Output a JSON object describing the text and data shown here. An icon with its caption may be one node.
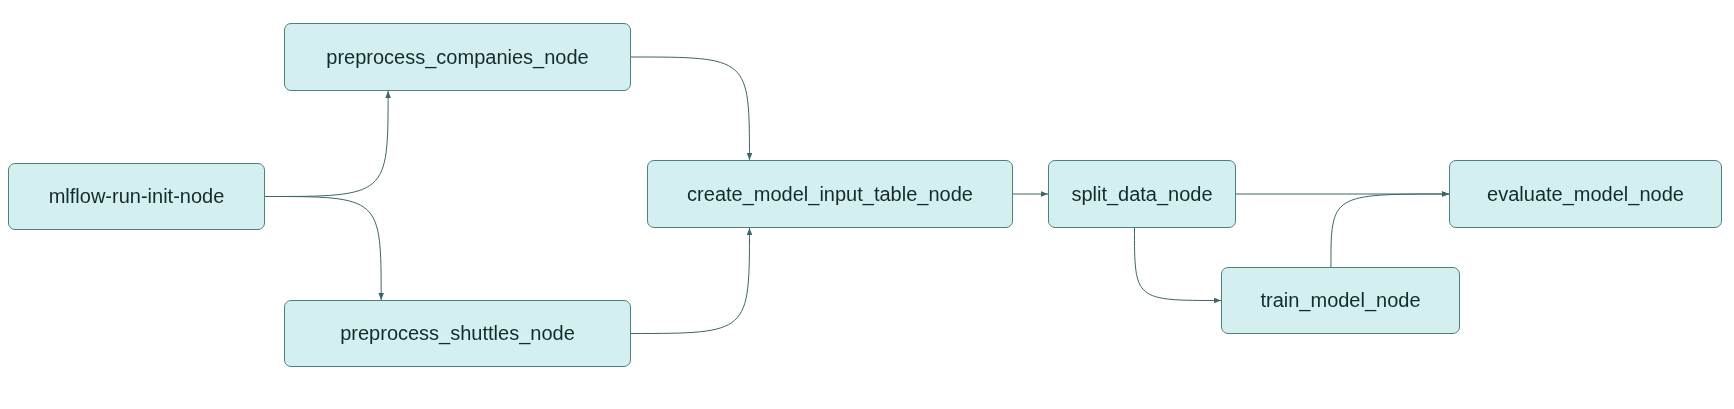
{
  "diagram": {
    "nodes": [
      {
        "text": [
          "mlflow-run-init-node"
        ]
      },
      {
        "text": [
          "preprocess_companies_node"
        ]
      },
      {
        "text": [
          "preprocess_shuttles_node"
        ]
      },
      {
        "text": [
          "create_model_input_table_node"
        ]
      },
      {
        "text": [
          "split_data_node"
        ]
      },
      {
        "text": [
          "train_model_node"
        ]
      },
      {
        "text": [
          "evaluate_model_node"
        ]
      }
    ],
    "edges": [
      {
        "from": 0,
        "to": 1,
        "arrow": "to"
      },
      {
        "from": 0,
        "to": 2,
        "arrow": "to"
      },
      {
        "from": 1,
        "to": 3,
        "arrow": "to"
      },
      {
        "from": 2,
        "to": 3,
        "arrow": "to"
      },
      {
        "from": 3,
        "to": 4,
        "arrow": "to"
      },
      {
        "from": 4,
        "to": 6,
        "arrow": "to"
      },
      {
        "from": 4,
        "to": 5,
        "arrow": "to"
      },
      {
        "from": 5,
        "to": 6,
        "arrow": "to"
      }
    ]
  }
}
